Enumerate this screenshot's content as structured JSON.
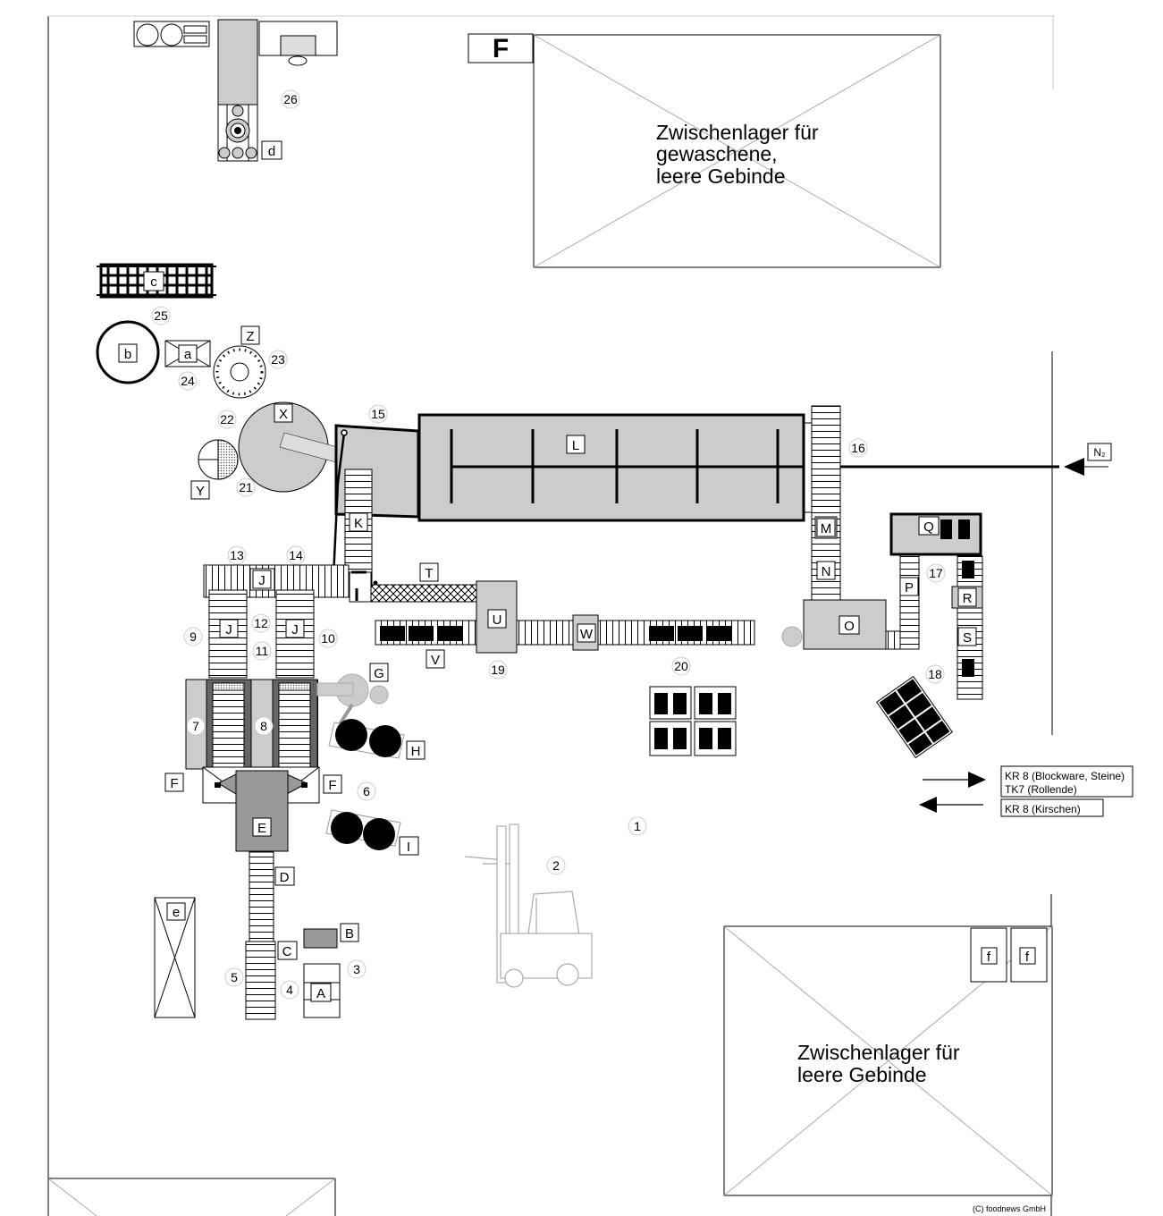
{
  "storage": {
    "upper_letter": "F",
    "upper_lines": [
      "Zwischenlager für",
      "gewaschene,",
      "leere Gebinde"
    ],
    "lower_lines": [
      "Zwischenlager für",
      "leere Gebinde"
    ],
    "lower_slot_labels": [
      "f",
      "f"
    ]
  },
  "nitrogen_label": "N₂",
  "routes": {
    "outgoing": [
      "KR 8 (Blockware, Steine)",
      "TK7  (Rollende)"
    ],
    "incoming": "KR 8 (Kirschen)"
  },
  "copyright": "(C) foodnews GmbH",
  "station_letters": [
    "A",
    "B",
    "C",
    "D",
    "E",
    "F",
    "F",
    "G",
    "H",
    "I",
    "J",
    "J",
    "J",
    "K",
    "L",
    "M",
    "N",
    "O",
    "P",
    "Q",
    "R",
    "S",
    "T",
    "U",
    "V",
    "W",
    "X",
    "Y",
    "Z",
    "a",
    "b",
    "c",
    "d",
    "e"
  ],
  "station_numbers": [
    "1",
    "2",
    "3",
    "4",
    "5",
    "6",
    "7",
    "8",
    "9",
    "10",
    "11",
    "12",
    "13",
    "14",
    "15",
    "16",
    "17",
    "18",
    "19",
    "20",
    "21",
    "22",
    "23",
    "24",
    "25",
    "26"
  ]
}
